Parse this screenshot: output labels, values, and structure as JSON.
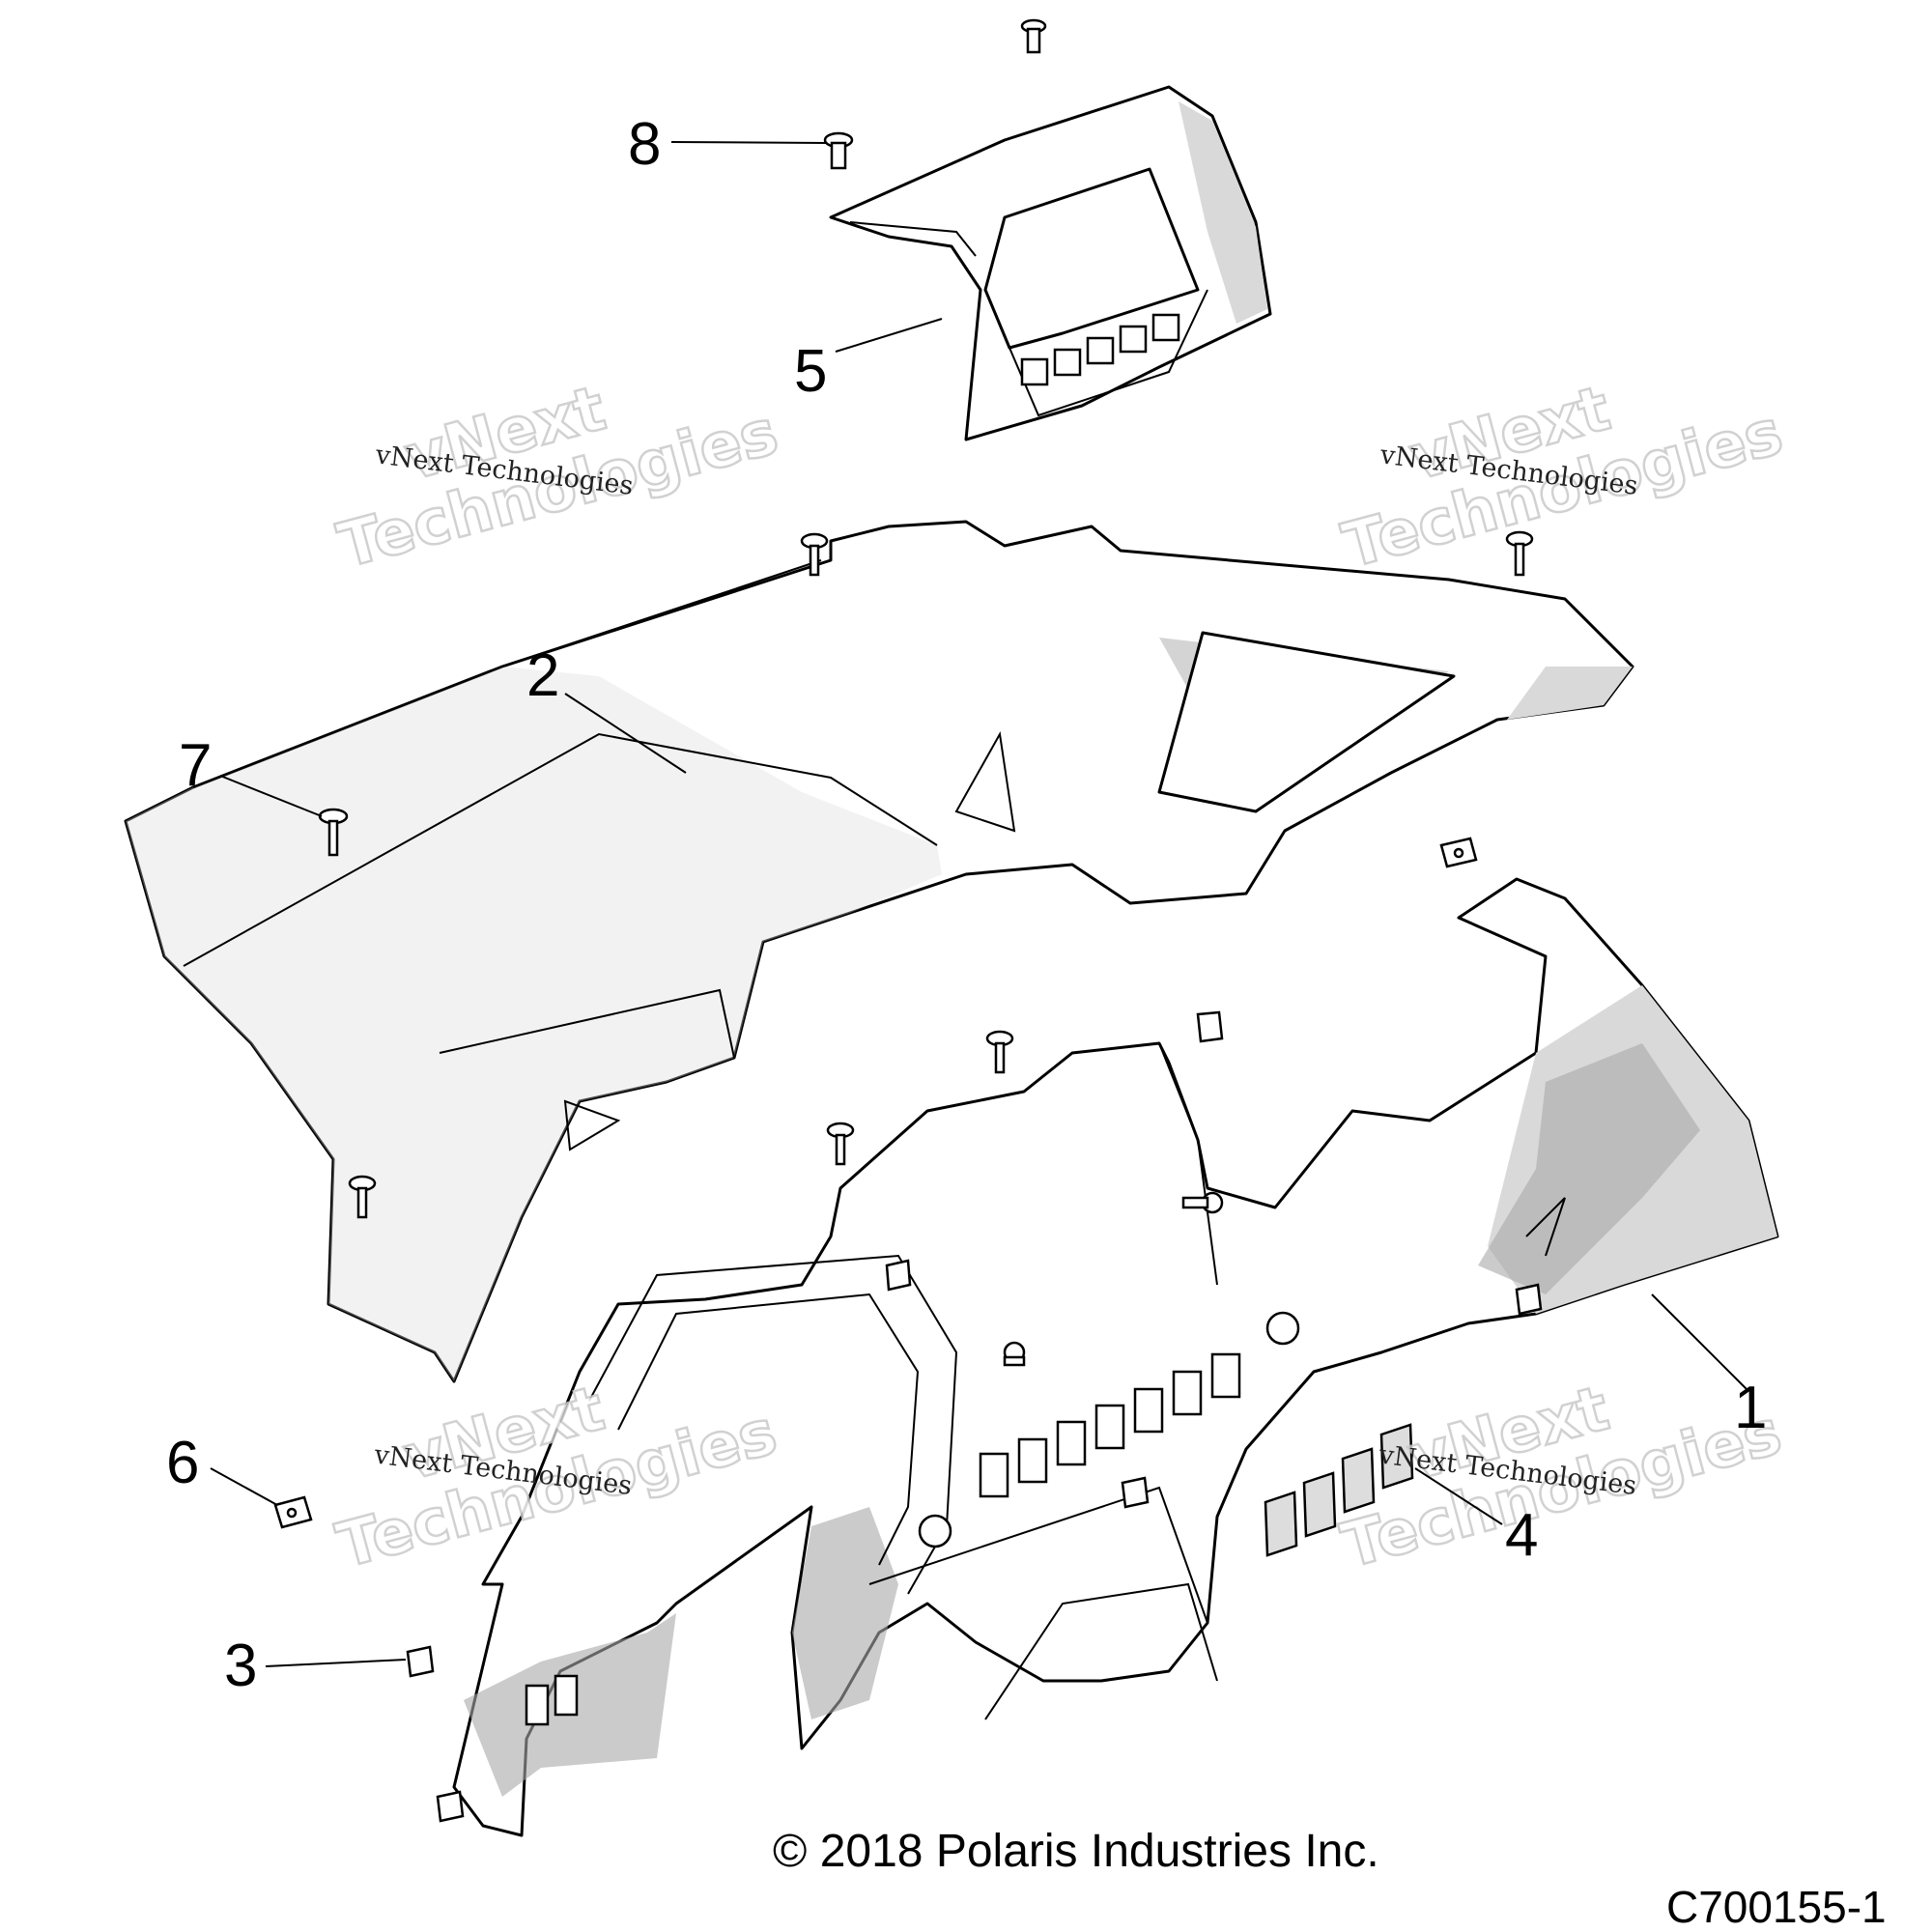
{
  "diagram": {
    "callouts": [
      {
        "id": "1",
        "label": "1"
      },
      {
        "id": "2",
        "label": "2"
      },
      {
        "id": "3",
        "label": "3"
      },
      {
        "id": "4",
        "label": "4"
      },
      {
        "id": "5",
        "label": "5"
      },
      {
        "id": "6",
        "label": "6"
      },
      {
        "id": "7",
        "label": "7"
      },
      {
        "id": "8",
        "label": "8"
      }
    ],
    "watermark": {
      "big_line1": "vNext",
      "big_line2": "Technologies",
      "small": "vNext Technologies"
    },
    "copyright": "© 2018 Polaris Industries Inc.",
    "drawing_number": "C700155-1"
  }
}
